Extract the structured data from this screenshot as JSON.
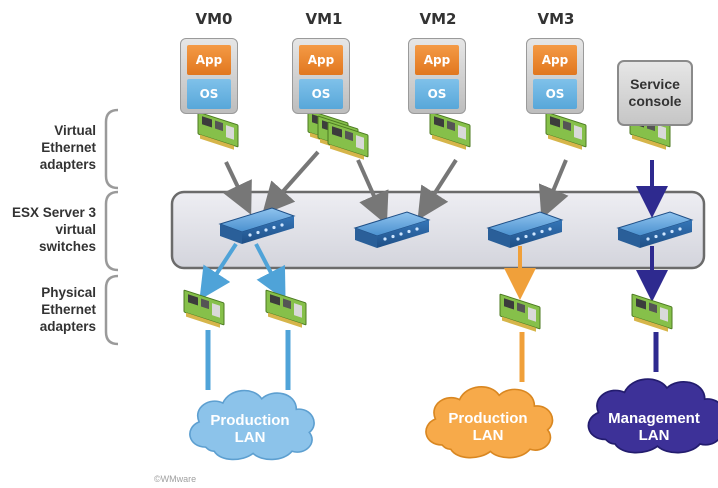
{
  "vms": [
    {
      "label": "VM0",
      "app": "App",
      "os": "OS"
    },
    {
      "label": "VM1",
      "app": "App",
      "os": "OS"
    },
    {
      "label": "VM2",
      "app": "App",
      "os": "OS"
    },
    {
      "label": "VM3",
      "app": "App",
      "os": "OS"
    }
  ],
  "service_console": {
    "line1": "Service",
    "line2": "console"
  },
  "side_labels": {
    "virtual_adapters": [
      "Virtual",
      "Ethernet",
      "adapters"
    ],
    "virtual_switches": [
      "ESX Server 3",
      "virtual",
      "switches"
    ],
    "physical_adapters": [
      "Physical",
      "Ethernet",
      "adapters"
    ]
  },
  "clouds": [
    {
      "line1": "Production",
      "line2": "LAN",
      "color": "#7fbbe6"
    },
    {
      "line1": "Production",
      "line2": "LAN",
      "color": "#f5a444"
    },
    {
      "line1": "Management",
      "line2": "LAN",
      "color": "#3b2f94"
    }
  ],
  "colors": {
    "gray_arrow": "#777777",
    "blue_link": "#4fa3d8",
    "orange_link": "#f0a03a",
    "navy_link": "#2e2a8f",
    "switch_blue": "#3d86c9",
    "nic_green": "#7dba3f"
  },
  "credit": "©WMware"
}
